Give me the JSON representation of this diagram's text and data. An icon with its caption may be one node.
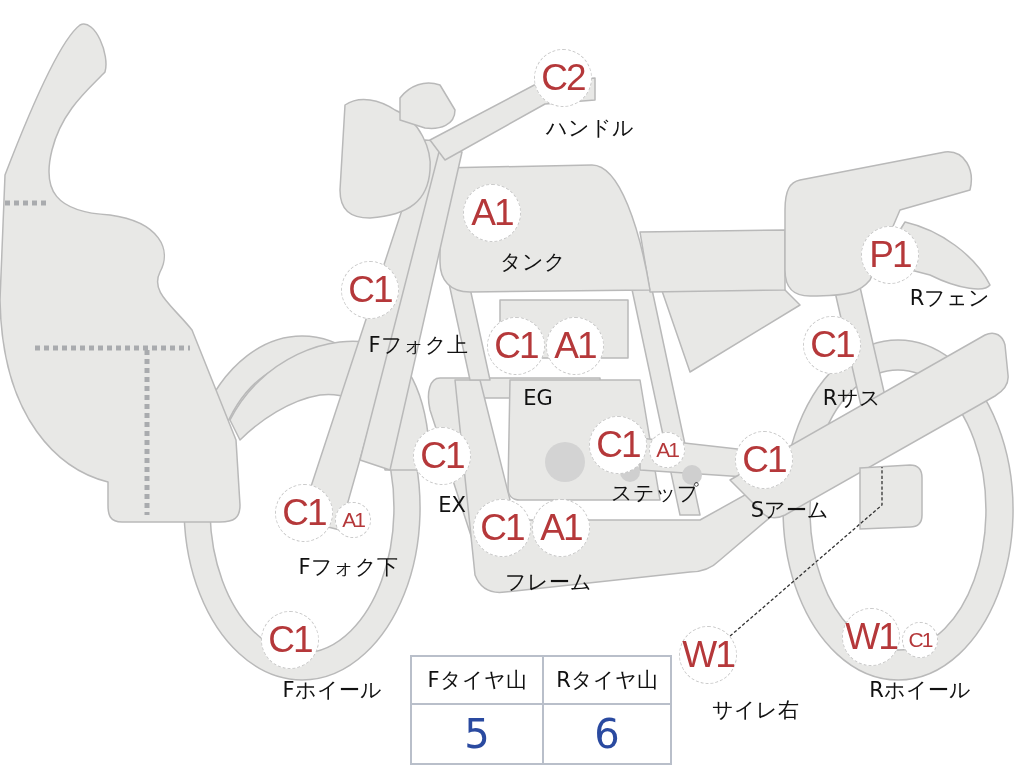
{
  "diagram": {
    "nodes": [
      {
        "text": [
          "C2"
        ],
        "beside": [
          "ハンドル"
        ]
      },
      {
        "text": [
          "A1"
        ],
        "beside": [
          "タンク"
        ]
      },
      {
        "text": [
          "P1"
        ],
        "beside": [
          "Rフェン"
        ]
      },
      {
        "text": [
          "C1"
        ],
        "beside": [
          "Fフォク上"
        ]
      },
      {
        "text": [
          "C1"
        ],
        "beside": [
          "EG"
        ]
      },
      {
        "text": [
          "A1"
        ]
      },
      {
        "text": [
          "C1"
        ],
        "beside": [
          "Rサス"
        ]
      },
      {
        "text": [
          "C1"
        ],
        "beside": [
          "EX"
        ]
      },
      {
        "text": [
          "C1"
        ],
        "beside": [
          "ステップ"
        ]
      },
      {
        "text": [
          "A1"
        ]
      },
      {
        "text": [
          "C1"
        ],
        "beside": [
          "Sアーム"
        ]
      },
      {
        "text": [
          "C1"
        ],
        "beside": [
          "Fフォク下"
        ]
      },
      {
        "text": [
          "A1"
        ]
      },
      {
        "text": [
          "C1"
        ],
        "beside": [
          "フレーム"
        ]
      },
      {
        "text": [
          "A1"
        ]
      },
      {
        "text": [
          "C1"
        ],
        "beside": [
          "Fホイール"
        ]
      },
      {
        "text": [
          "W1"
        ],
        "beside": [
          "サイレ右"
        ]
      },
      {
        "text": [
          "W1"
        ],
        "beside": [
          "Rホイール"
        ]
      },
      {
        "text": [
          "C1"
        ]
      },
      {
        "text": [],
        "shape": "box"
      }
    ],
    "edges": [
      {
        "from": 16,
        "to": 19,
        "arrow": "none",
        "style": "dashed"
      }
    ],
    "labels": [
      "Fタイヤ山",
      "Rタイヤ山",
      "5",
      "6"
    ]
  }
}
